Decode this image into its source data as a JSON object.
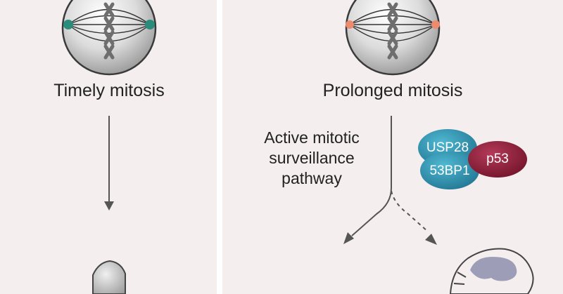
{
  "left_panel": {
    "caption": "Timely mitosis"
  },
  "right_panel": {
    "caption": "Prolonged mitosis",
    "pathway_label_lines": [
      "Active mitotic",
      "surveillance",
      "pathway"
    ]
  },
  "proteins": [
    {
      "label": "USP28",
      "color": "#2f92b0"
    },
    {
      "label": "53BP1",
      "color": "#2f92b0"
    },
    {
      "label": "p53",
      "color": "#8c1b38"
    }
  ],
  "colors": {
    "background": "#f4eeee",
    "divider": "#ffffff",
    "spindle_pole_timely": "#2a8c7a",
    "spindle_pole_prolonged": "#ee8a6e",
    "cell_gray": "#bcbcbc",
    "arrow": "#555555",
    "dead_cell_fill": "#9e9db8"
  }
}
